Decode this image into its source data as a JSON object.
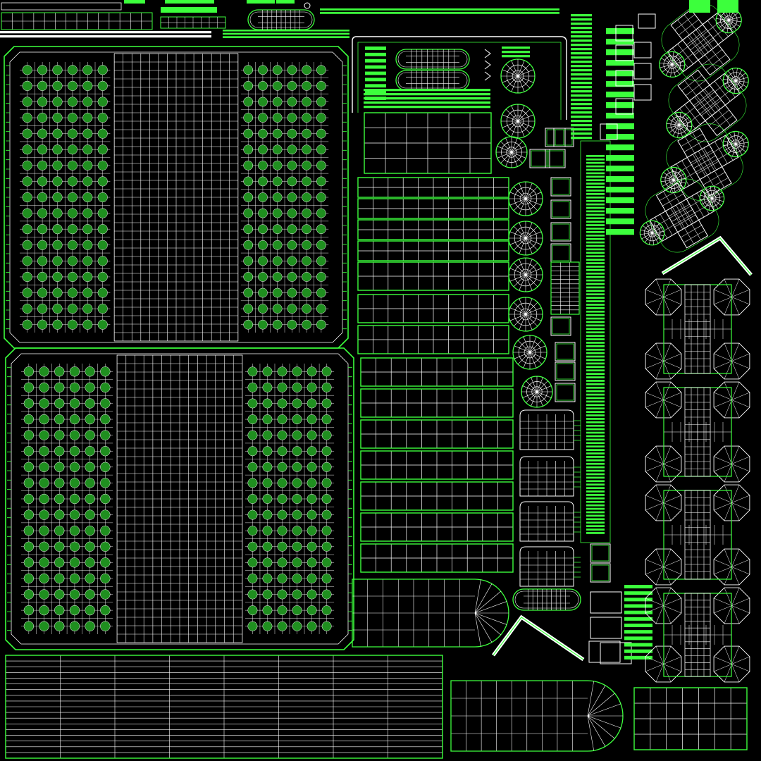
{
  "canvas": {
    "background": "#000000",
    "edge_color": "#3cff3c",
    "wire_color": "#ffffff",
    "dim_color": "#1f8f1f"
  },
  "islands": [
    {
      "name": "large-panel-top",
      "kind": "panel-rivets"
    },
    {
      "name": "large-panel-bottom",
      "kind": "panel-rivets"
    },
    {
      "name": "bottom-strip-panel",
      "kind": "strip-grid"
    },
    {
      "name": "side-strip",
      "kind": "strip"
    },
    {
      "name": "capsule-islands",
      "kind": "capsule",
      "count": 4
    },
    {
      "name": "wheel-islands",
      "kind": "wheel",
      "count": 11
    },
    {
      "name": "small-square-islands",
      "kind": "square",
      "count": 12
    },
    {
      "name": "rectangular-cell-islands",
      "kind": "cell-grid",
      "count": 14
    },
    {
      "name": "cylinder-islands",
      "kind": "cylinder",
      "count": 5
    },
    {
      "name": "rounded-end-islands",
      "kind": "half-round",
      "count": 2
    },
    {
      "name": "cross-islands",
      "kind": "cross",
      "count": 4
    },
    {
      "name": "octagon-hub-islands",
      "kind": "octagon-hub",
      "count": 4
    },
    {
      "name": "bar-stack-islands",
      "kind": "bars",
      "count": 9
    }
  ]
}
